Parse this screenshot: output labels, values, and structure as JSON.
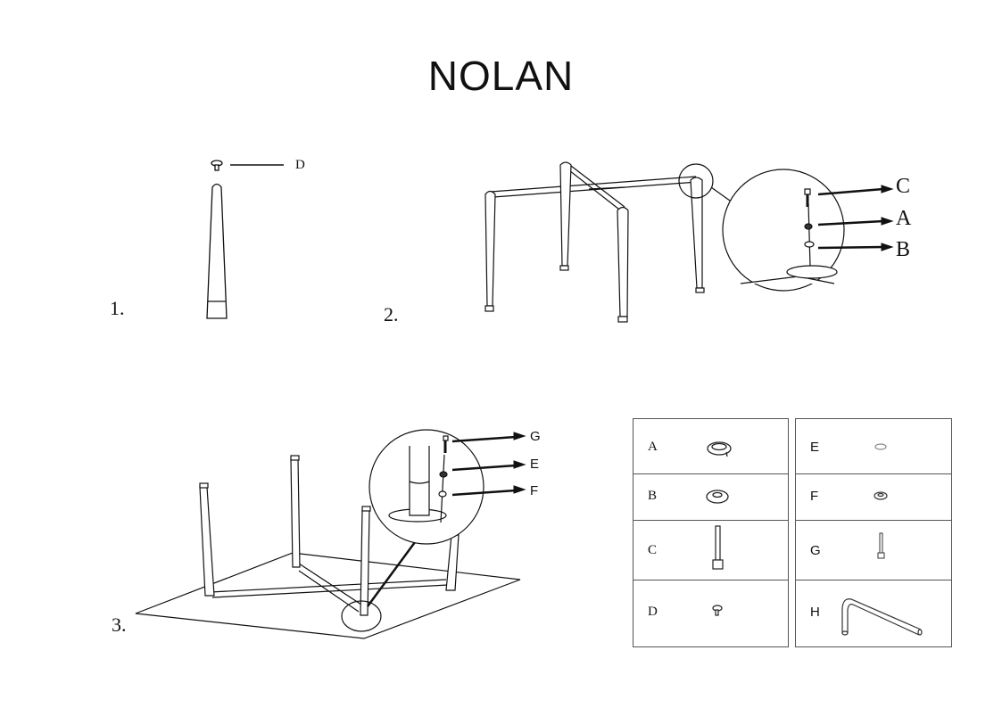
{
  "title": "NOLAN",
  "steps": [
    {
      "number": "1.",
      "labels": [
        "D"
      ]
    },
    {
      "number": "2.",
      "labels": [
        "C",
        "A",
        "B"
      ]
    },
    {
      "number": "3.",
      "labels": [
        "G",
        "E",
        "F"
      ]
    }
  ],
  "parts": [
    {
      "letter": "A",
      "icon": "spring-washer-icon"
    },
    {
      "letter": "B",
      "icon": "flat-washer-icon"
    },
    {
      "letter": "C",
      "icon": "long-bolt-icon"
    },
    {
      "letter": "D",
      "icon": "foot-glide-icon"
    },
    {
      "letter": "E",
      "icon": "small-spring-washer-icon"
    },
    {
      "letter": "F",
      "icon": "small-flat-washer-icon"
    },
    {
      "letter": "G",
      "icon": "small-bolt-icon"
    },
    {
      "letter": "H",
      "icon": "allen-key-icon"
    }
  ]
}
